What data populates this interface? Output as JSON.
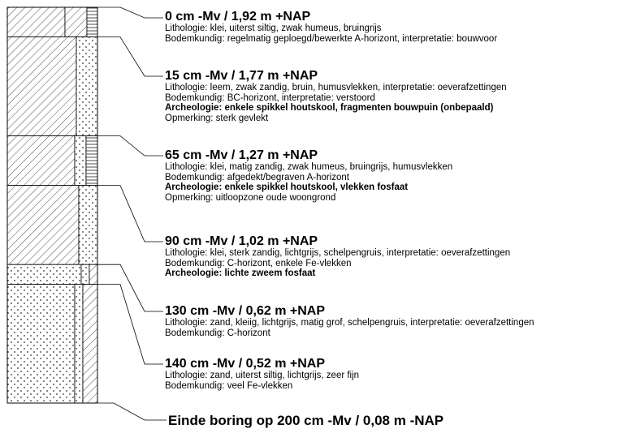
{
  "layers": [
    {
      "depth": "0 cm -Mv / 1,92 m +NAP",
      "lithologie": {
        "label": "Lithologie:",
        "value": "klei, uiterst siltig, zwak humeus, bruingrijs"
      },
      "bodemkundig": {
        "label": "Bodemkundig:",
        "value": "regelmatig geploegd/bewerkte A-horizont, interpretatie: bouwvoor"
      }
    },
    {
      "depth": "15 cm -Mv / 1,77 m +NAP",
      "lithologie": {
        "label": "Lithologie:",
        "value": "leem, zwak zandig, bruin, humusvlekken, interpretatie: oeverafzettingen"
      },
      "bodemkundig": {
        "label": "Bodemkundig:",
        "value": "BC-horizont, interpretatie: verstoord"
      },
      "archeologie": "Archeologie: enkele spikkel houtskool, fragmenten bouwpuin (onbepaald)",
      "opmerking": {
        "label": "Opmerking:",
        "value": "sterk gevlekt"
      }
    },
    {
      "depth": "65 cm -Mv / 1,27 m +NAP",
      "lithologie": {
        "label": "Lithologie:",
        "value": "klei, matig zandig, zwak humeus, bruingrijs, humusvlekken"
      },
      "bodemkundig": {
        "label": "Bodemkundig:",
        "value": "afgedekt/begraven A-horizont"
      },
      "archeologie": "Archeologie: enkele spikkel houtskool, vlekken fosfaat",
      "opmerking": {
        "label": "Opmerking:",
        "value": "uitloopzone oude woongrond"
      }
    },
    {
      "depth": "90 cm -Mv / 1,02 m +NAP",
      "lithologie": {
        "label": "Lithologie:",
        "value": "klei, sterk zandig, lichtgrijs, schelpengruis, interpretatie: oeverafzettingen"
      },
      "bodemkundig": {
        "label": "Bodemkundig:",
        "value": "C-horizont, enkele Fe-vlekken"
      },
      "archeologie": "Archeologie: lichte zweem fosfaat"
    },
    {
      "depth": "130 cm -Mv / 0,62 m +NAP",
      "lithologie": {
        "label": "Lithologie:",
        "value": "zand, kleiig, lichtgrijs, matig grof, schelpengruis, interpretatie: oeverafzettingen"
      },
      "bodemkundig": {
        "label": "Bodemkundig:",
        "value": "C-horizont"
      }
    },
    {
      "depth": "140 cm -Mv / 0,52 m +NAP",
      "lithologie": {
        "label": "Lithologie:",
        "value": "zand, uiterst siltig, lichtgrijs, zeer fijn"
      },
      "bodemkundig": {
        "label": "Bodemkundig:",
        "value": "veel Fe-vlekken"
      }
    }
  ],
  "final": "Einde boring op 200 cm -Mv / 0,08 m -NAP",
  "column": {
    "total_depth_cm": 200,
    "tiers": [
      {
        "depth_from_cm": 0,
        "depth_to_cm": 15,
        "pattern_main": "hatch",
        "pattern_second": "hatch",
        "pattern_third": "hline"
      },
      {
        "depth_from_cm": 15,
        "depth_to_cm": 65,
        "pattern_main": "hatch",
        "pattern_second": "dots",
        "pattern_third": "none"
      },
      {
        "depth_from_cm": 65,
        "depth_to_cm": 90,
        "pattern_main": "hatch",
        "pattern_second": "dots",
        "pattern_third": "hline"
      },
      {
        "depth_from_cm": 90,
        "depth_to_cm": 130,
        "pattern_main": "hatch",
        "pattern_second": "dots",
        "pattern_third": "none"
      },
      {
        "depth_from_cm": 130,
        "depth_to_cm": 140,
        "pattern_main": "dots",
        "pattern_second": "dots",
        "pattern_third": "hatch"
      },
      {
        "depth_from_cm": 140,
        "depth_to_cm": 200,
        "pattern_main": "dots",
        "pattern_second": "dots",
        "pattern_third": "hatch"
      }
    ]
  }
}
